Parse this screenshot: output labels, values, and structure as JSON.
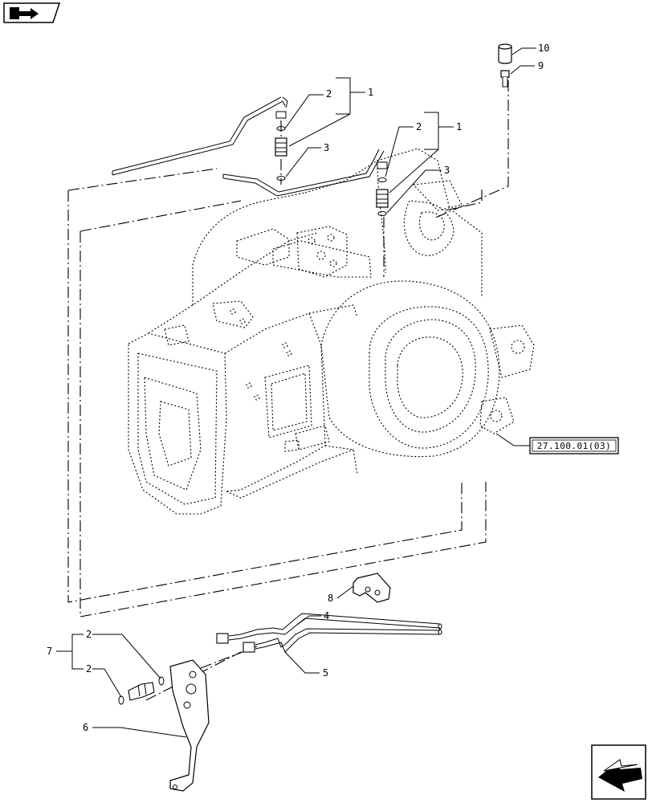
{
  "callouts": {
    "c1_top_left": "1",
    "c2_top_left": "2",
    "c3_top_left": "3",
    "c1_top_right": "1",
    "c2_top_right": "2",
    "c3_top_right": "3",
    "c10": "10",
    "c9": "9",
    "c8": "8",
    "c4": "4",
    "c5": "5",
    "c7": "7",
    "c2_lower_a": "2",
    "c2_lower_b": "2",
    "c6": "6"
  },
  "reference_box": "27.100.01(03)",
  "icons": {
    "top_left": "book-arrow-icon",
    "bottom_right": "next-page-arrow-icon"
  }
}
